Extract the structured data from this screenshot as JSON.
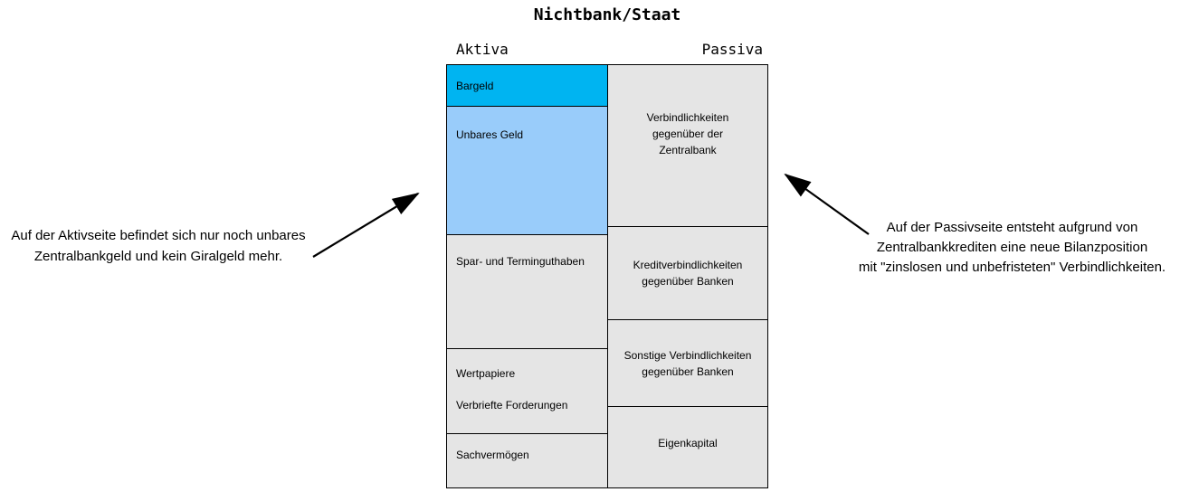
{
  "title": "Nichtbank/Staat",
  "headers": {
    "left": "Aktiva",
    "right": "Passiva"
  },
  "sheet": {
    "aktiva": [
      {
        "label": "Bargeld"
      },
      {
        "label": "Unbares Geld"
      },
      {
        "label": "Spar- und Terminguthaben"
      },
      {
        "lines": [
          "Wertpapiere",
          "Verbriefte Forderungen"
        ]
      },
      {
        "label": "Sachvermögen"
      }
    ],
    "passiva": [
      {
        "lines": [
          "Verbindlichkeiten",
          "gegenüber der",
          "Zentralbank"
        ]
      },
      {
        "lines": [
          "Kreditverbindlichkeiten",
          "gegenüber Banken"
        ]
      },
      {
        "lines": [
          "Sonstige Verbindlichkeiten",
          "gegenüber Banken"
        ]
      },
      {
        "lines": [
          "Eigenkapital"
        ]
      }
    ]
  },
  "annotations": {
    "aktiva_note": {
      "lines": [
        "Auf der Aktivseite befindet sich nur noch unbares",
        "Zentralbankgeld und kein Giralgeld mehr."
      ]
    },
    "passiva_note": {
      "lines": [
        "Auf der Passivseite entsteht aufgrund von",
        "Zentralbankkrediten eine neue Bilanzposition",
        "mit \"zinslosen und unbefristeten\" Verbindlichkeiten."
      ]
    }
  },
  "colors": {
    "bargeld_fill": "#00b4f1",
    "unbares_geld_fill": "#99ccfa",
    "cell_gray_fill": "#e5e5e5",
    "border": "#000000",
    "arrow": "#000000"
  }
}
